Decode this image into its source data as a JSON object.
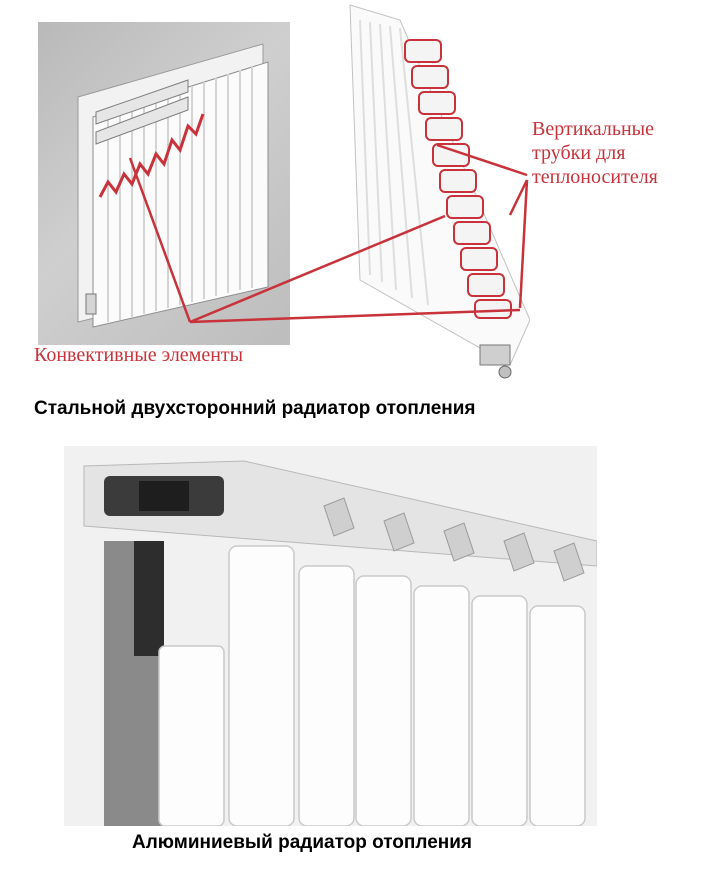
{
  "labels": {
    "convective_elements": "Конвективные элементы",
    "vertical_tubes_line1": "Вертикальные",
    "vertical_tubes_line2": "трубки для",
    "vertical_tubes_line3": "теплоносителя"
  },
  "captions": {
    "steel_radiator": "Стальной двухсторонний радиатор отопления",
    "aluminum_radiator": "Алюминиевый радиатор отопления"
  },
  "colors": {
    "annotation_red": "#c8323a",
    "caption_black": "#000000"
  }
}
